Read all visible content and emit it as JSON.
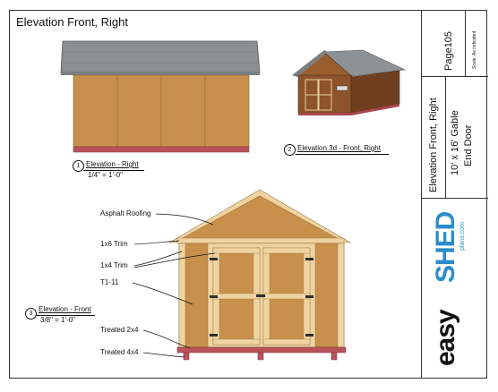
{
  "page_title": "Elevation Front, Right",
  "title_block": {
    "page": "Page105",
    "scale": "Scale: As indicated",
    "sheet_title": "Elevation Front, Right",
    "description_line1": "10' x 16' Gable",
    "description_line2": "End Door",
    "brand_word1": "easy",
    "brand_word2": "SHED",
    "brand_sub": "plans.com"
  },
  "views": [
    {
      "number": "1",
      "title": "Elevation - Right",
      "scale": "1/4\" = 1'-0\""
    },
    {
      "number": "2",
      "title": "Elevation 3d - Front, Right"
    },
    {
      "number": "3",
      "title": "Elevation - Front",
      "scale": "3/8\" = 1'-0\""
    }
  ],
  "callouts": [
    "Asphalt Roofing",
    "1x6 Trim",
    "1x4 Trim",
    "T1-11",
    "Treated 2x4",
    "Treated 4x4"
  ],
  "colors": {
    "siding": "#c8904a",
    "siding_dark": "#b97f3c",
    "trim": "#efd3a0",
    "roof": "#8a8f94",
    "foundation": "#b9525a",
    "brand_blue": "#2b8ccc",
    "hardware": "#2f2f2f"
  }
}
